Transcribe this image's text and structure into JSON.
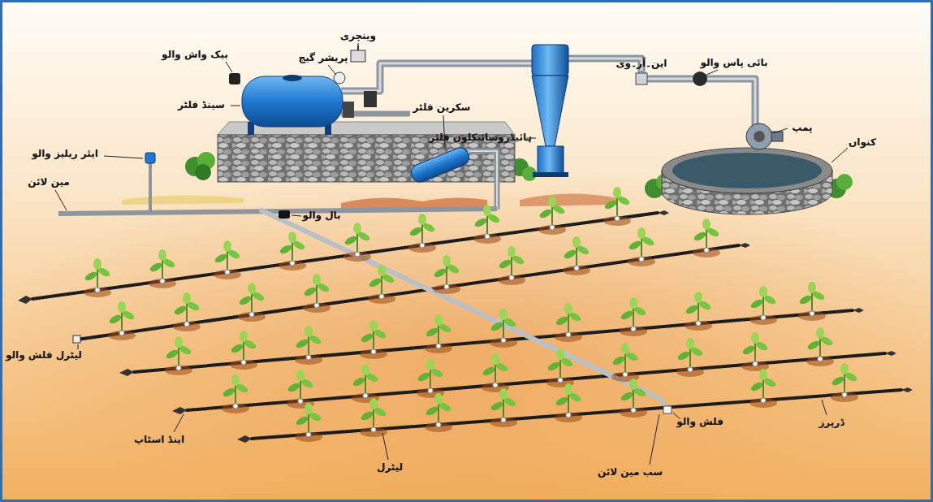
{
  "diagram": {
    "labels": [
      "بیک واش والو",
      "پریشر گیج",
      "وینچری",
      "سینڈ فلٹر",
      "سکرین فلٹر",
      "ہائیڈروسائیکلون فلٹر",
      "این۔آر۔وی",
      "بائی پاس والو",
      "پمپ",
      "کنواں",
      "ایئر ریلیز والو",
      "مین لائن",
      "بال والو",
      "لیٹرل فلش والو",
      "ڈرپرز",
      "اینڈ اسٹاپ",
      "لیٹرل",
      "سب مین لائن",
      "فلش والو"
    ]
  }
}
